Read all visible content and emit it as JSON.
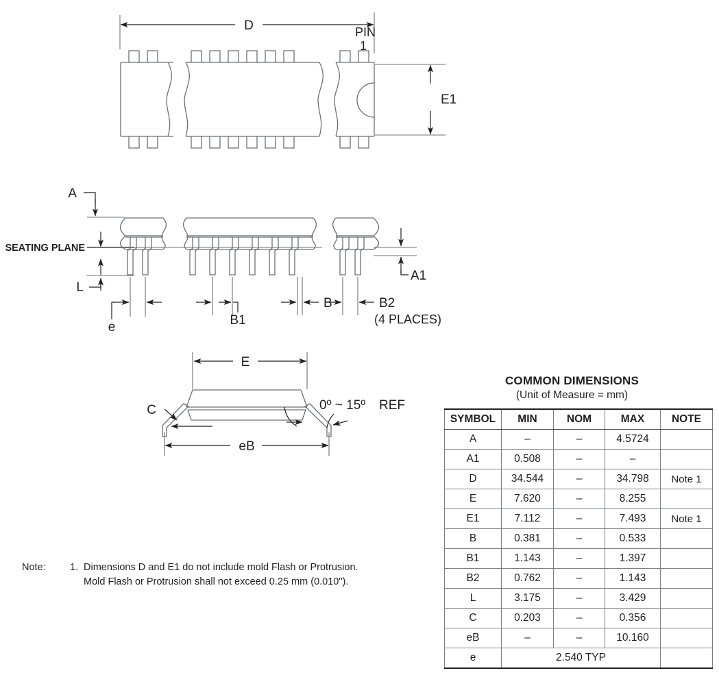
{
  "document": {
    "kind": "package-mechanical-drawing",
    "package_style": "DIP (Dual In-Line Package)"
  },
  "views": {
    "top_view": {
      "labels": {
        "length": "D",
        "width": "E1",
        "pin_marker_line1": "PIN",
        "pin_marker_line2": "1"
      },
      "pin_groups_top": [
        2,
        6,
        2
      ],
      "pin_groups_bottom": [
        2,
        6,
        2
      ]
    },
    "side_view": {
      "labels": {
        "height": "A",
        "standoff": "A1",
        "seating_plane": "SEATING PLANE",
        "lead_length": "L",
        "pitch": "e",
        "lead_width_shoulder": "B1",
        "lead_width": "B",
        "corner_lead_width": "B2",
        "corner_lead_note": "(4 PLACES)"
      }
    },
    "end_view": {
      "labels": {
        "body_width": "E",
        "lead_thickness": "C",
        "lead_span": "eB",
        "lead_angle": "0º ~ 15º",
        "lead_angle_ref": "REF"
      }
    }
  },
  "table": {
    "title": "COMMON DIMENSIONS",
    "subtitle": "(Unit of Measure = mm)",
    "columns": [
      "SYMBOL",
      "MIN",
      "NOM",
      "MAX",
      "NOTE"
    ],
    "rows": [
      {
        "symbol": "A",
        "min": "–",
        "nom": "–",
        "max": "4.5724",
        "note": ""
      },
      {
        "symbol": "A1",
        "min": "0.508",
        "nom": "–",
        "max": "–",
        "note": ""
      },
      {
        "symbol": "D",
        "min": "34.544",
        "nom": "–",
        "max": "34.798",
        "note": "Note 1"
      },
      {
        "symbol": "E",
        "min": "7.620",
        "nom": "–",
        "max": "8.255",
        "note": ""
      },
      {
        "symbol": "E1",
        "min": "7.112",
        "nom": "–",
        "max": "7.493",
        "note": "Note 1"
      },
      {
        "symbol": "B",
        "min": "0.381",
        "nom": "–",
        "max": "0.533",
        "note": ""
      },
      {
        "symbol": "B1",
        "min": "1.143",
        "nom": "–",
        "max": "1.397",
        "note": ""
      },
      {
        "symbol": "B2",
        "min": "0.762",
        "nom": "–",
        "max": "1.143",
        "note": ""
      },
      {
        "symbol": "L",
        "min": "3.175",
        "nom": "–",
        "max": "3.429",
        "note": ""
      },
      {
        "symbol": "C",
        "min": "0.203",
        "nom": "–",
        "max": "0.356",
        "note": ""
      },
      {
        "symbol": "eB",
        "min": "–",
        "nom": "–",
        "max": "10.160",
        "note": ""
      }
    ],
    "last_row": {
      "symbol": "e",
      "spanned_value": "2.540 TYP",
      "note": ""
    }
  },
  "footnote": {
    "label": "Note:",
    "number": "1.",
    "line1": "Dimensions D and E1 do not include mold Flash or Protrusion.",
    "line2": "Mold Flash or Protrusion shall not exceed 0.25 mm (0.010\")."
  },
  "colors": {
    "line": "#231f20",
    "thin_line": "#6d6f71",
    "background": "#ffffff"
  }
}
